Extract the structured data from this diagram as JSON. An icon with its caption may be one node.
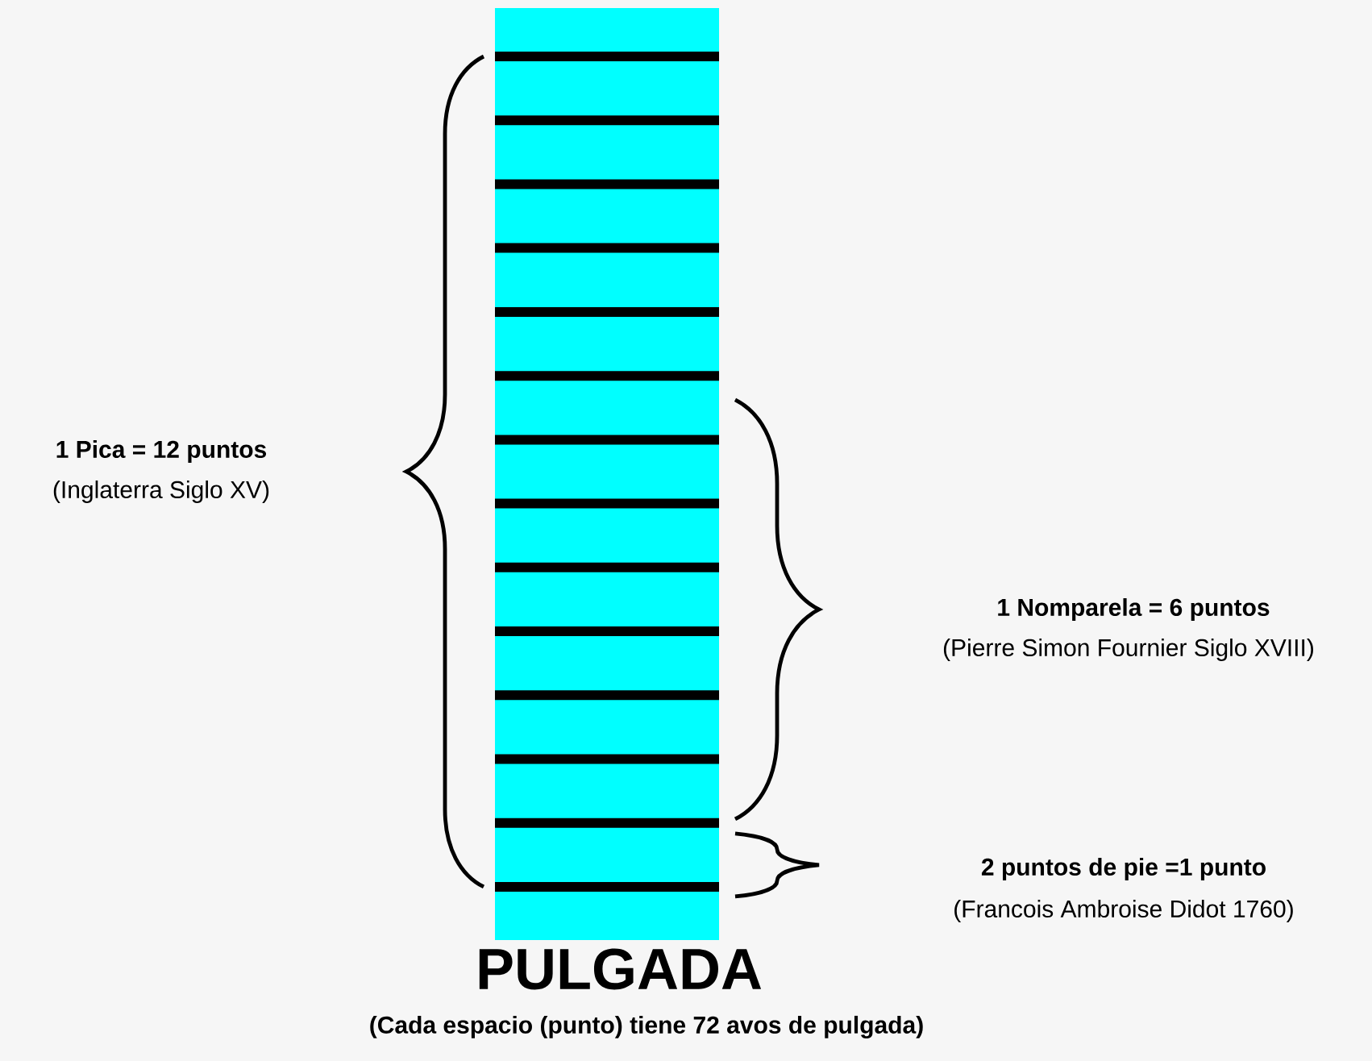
{
  "diagram": {
    "title": "PULGADA",
    "caption": "(Cada espacio (punto) tiene 72 avos de pulgada)",
    "labels": [
      "1 Pica = 12 puntos",
      "(Inglaterra  Siglo XV)",
      "1 Nomparela = 6 puntos",
      "(Pierre Simon Fournier Siglo XVIII)",
      "2 puntos de pie =1 punto",
      "(Francois Ambroise Didot  1760)"
    ]
  }
}
